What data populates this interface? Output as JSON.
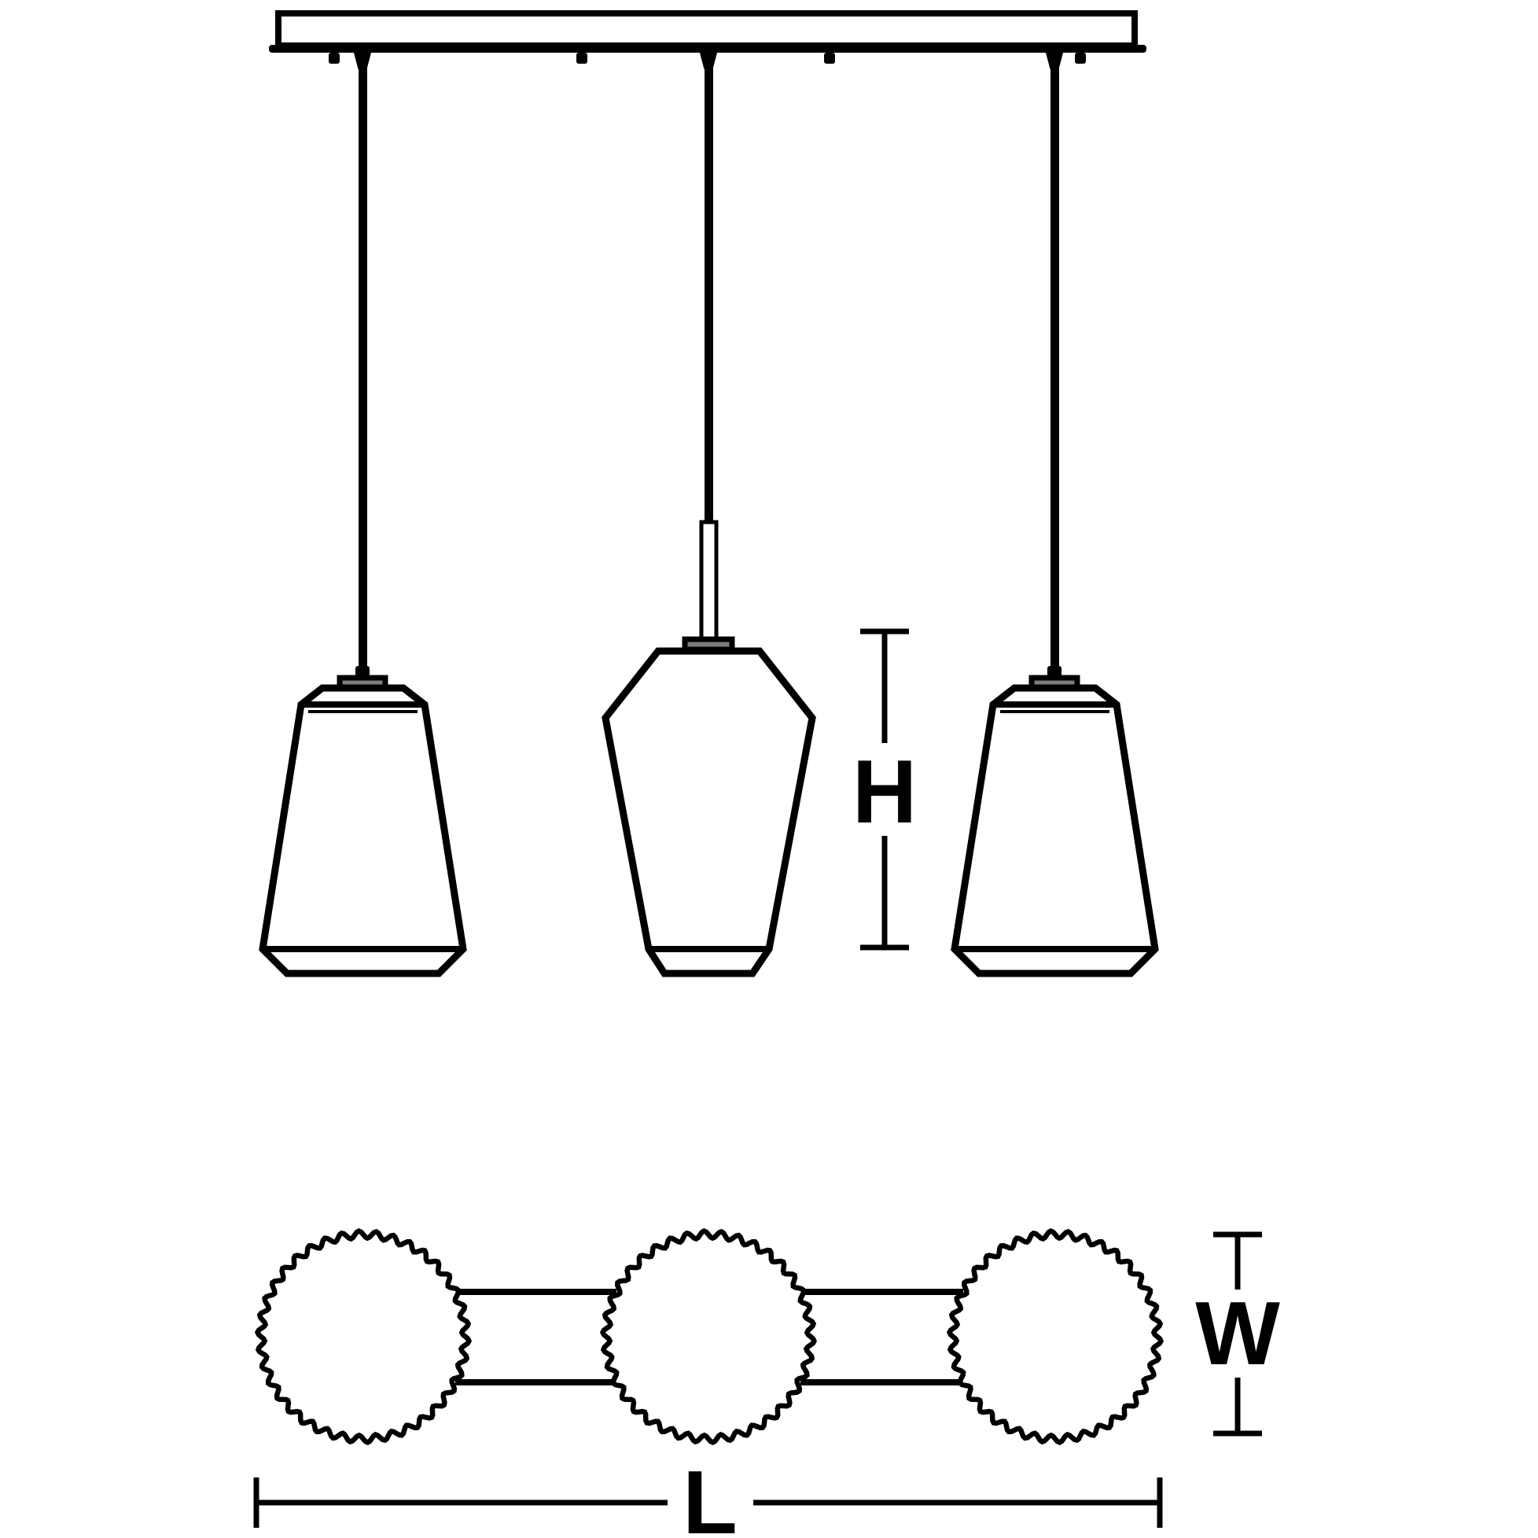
{
  "diagram": {
    "labels": {
      "height": "H",
      "width": "W",
      "length": "L"
    }
  },
  "colors": {
    "line": "#000000",
    "socket_fill": "#7d7d7d",
    "background": "#ffffff"
  }
}
